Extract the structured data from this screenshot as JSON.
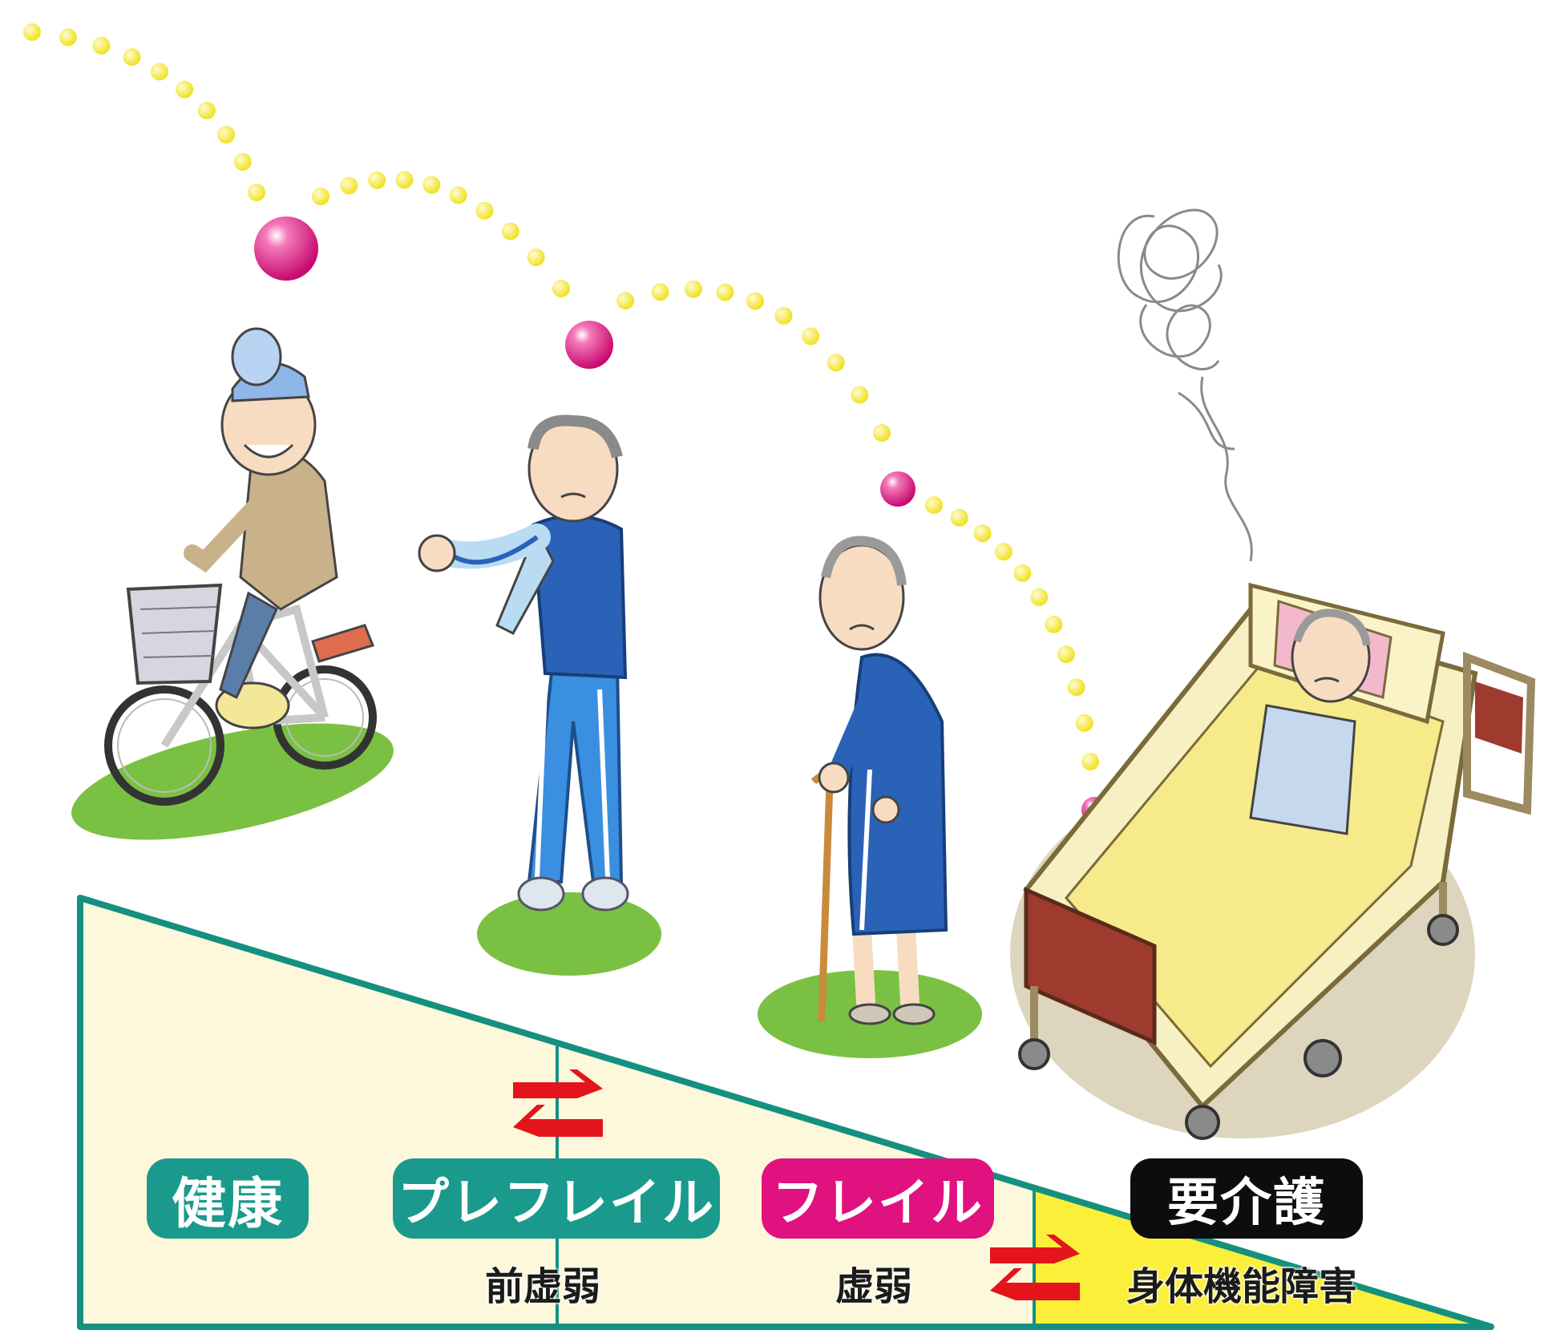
{
  "stages": [
    {
      "id": "healthy",
      "label": "健康",
      "color": "#1a9a8c"
    },
    {
      "id": "prefrail",
      "label": "プレフレイル",
      "sub": "前虚弱",
      "color": "#1a9a8c"
    },
    {
      "id": "frail",
      "label": "フレイル",
      "sub": "虚弱",
      "color": "#e0127f"
    },
    {
      "id": "care",
      "label": "要介護",
      "sub": "身体機能障害",
      "color": "#0d0d0d"
    }
  ],
  "colors": {
    "wedge_fill": "#fdf8dc",
    "wedge_fill_care": "#fbef3a",
    "wedge_stroke": "#14907f",
    "arrow": "#e3141c",
    "dot_yellow": "#f4e61a",
    "dot_pink": "#d8107a",
    "grass": "#7ac143",
    "blue_clothes": "#1f6fc0"
  },
  "icons": [
    "bicycle-rider-figure",
    "standing-elder-figure",
    "cane-elder-figure",
    "bedridden-patient-figure",
    "confusion-scribble-icon"
  ]
}
